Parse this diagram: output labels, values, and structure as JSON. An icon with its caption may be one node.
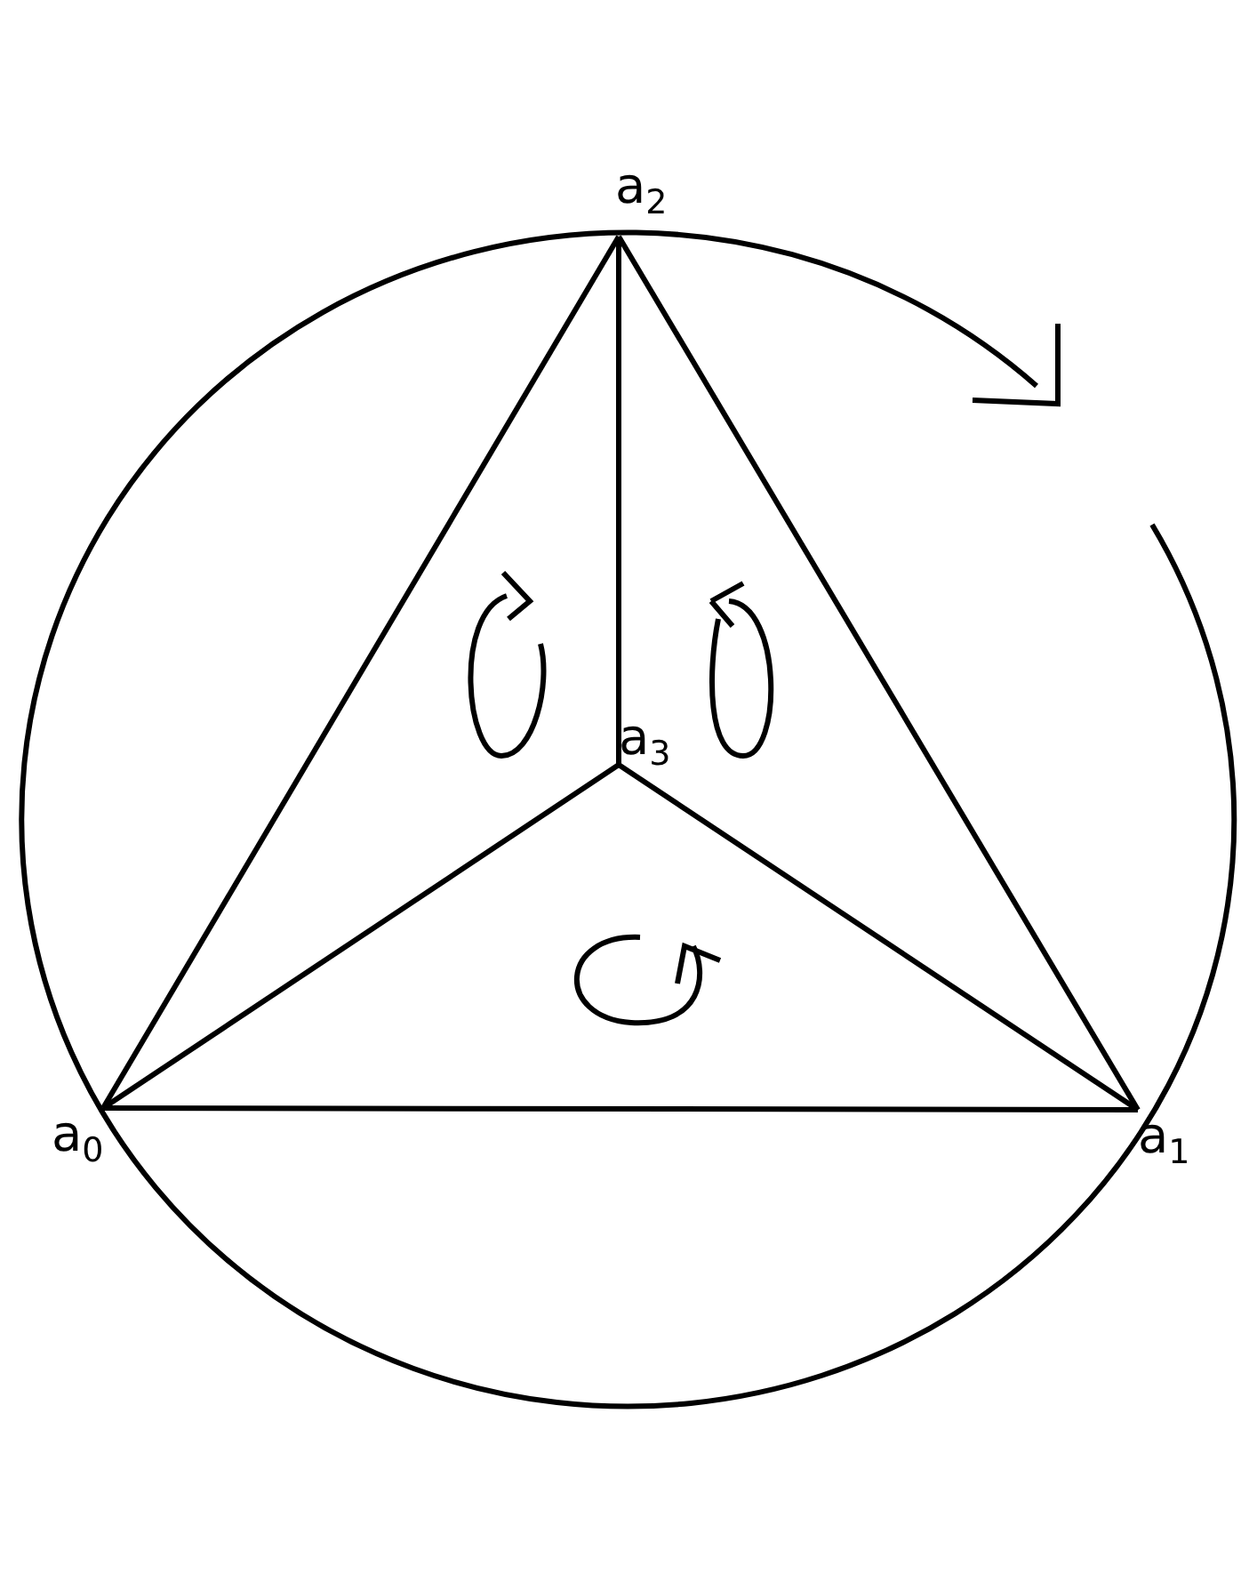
{
  "diagram": {
    "nodes": [
      {
        "text": [
          "a$_{0}$"
        ]
      },
      {
        "text": [
          "a$_{1}$"
        ]
      },
      {
        "text": [
          "a$_{2}$"
        ]
      },
      {
        "text": [
          "a$_{3}$"
        ]
      }
    ],
    "edges": [
      {
        "from": 0,
        "to": 1,
        "arrow": "none"
      },
      {
        "from": 1,
        "to": 2,
        "arrow": "none"
      },
      {
        "from": 2,
        "to": 0,
        "arrow": "none"
      },
      {
        "from": 3,
        "to": 0,
        "arrow": "none"
      },
      {
        "from": 3,
        "to": 1,
        "arrow": "none"
      },
      {
        "from": 3,
        "to": 2,
        "arrow": "none"
      }
    ]
  }
}
